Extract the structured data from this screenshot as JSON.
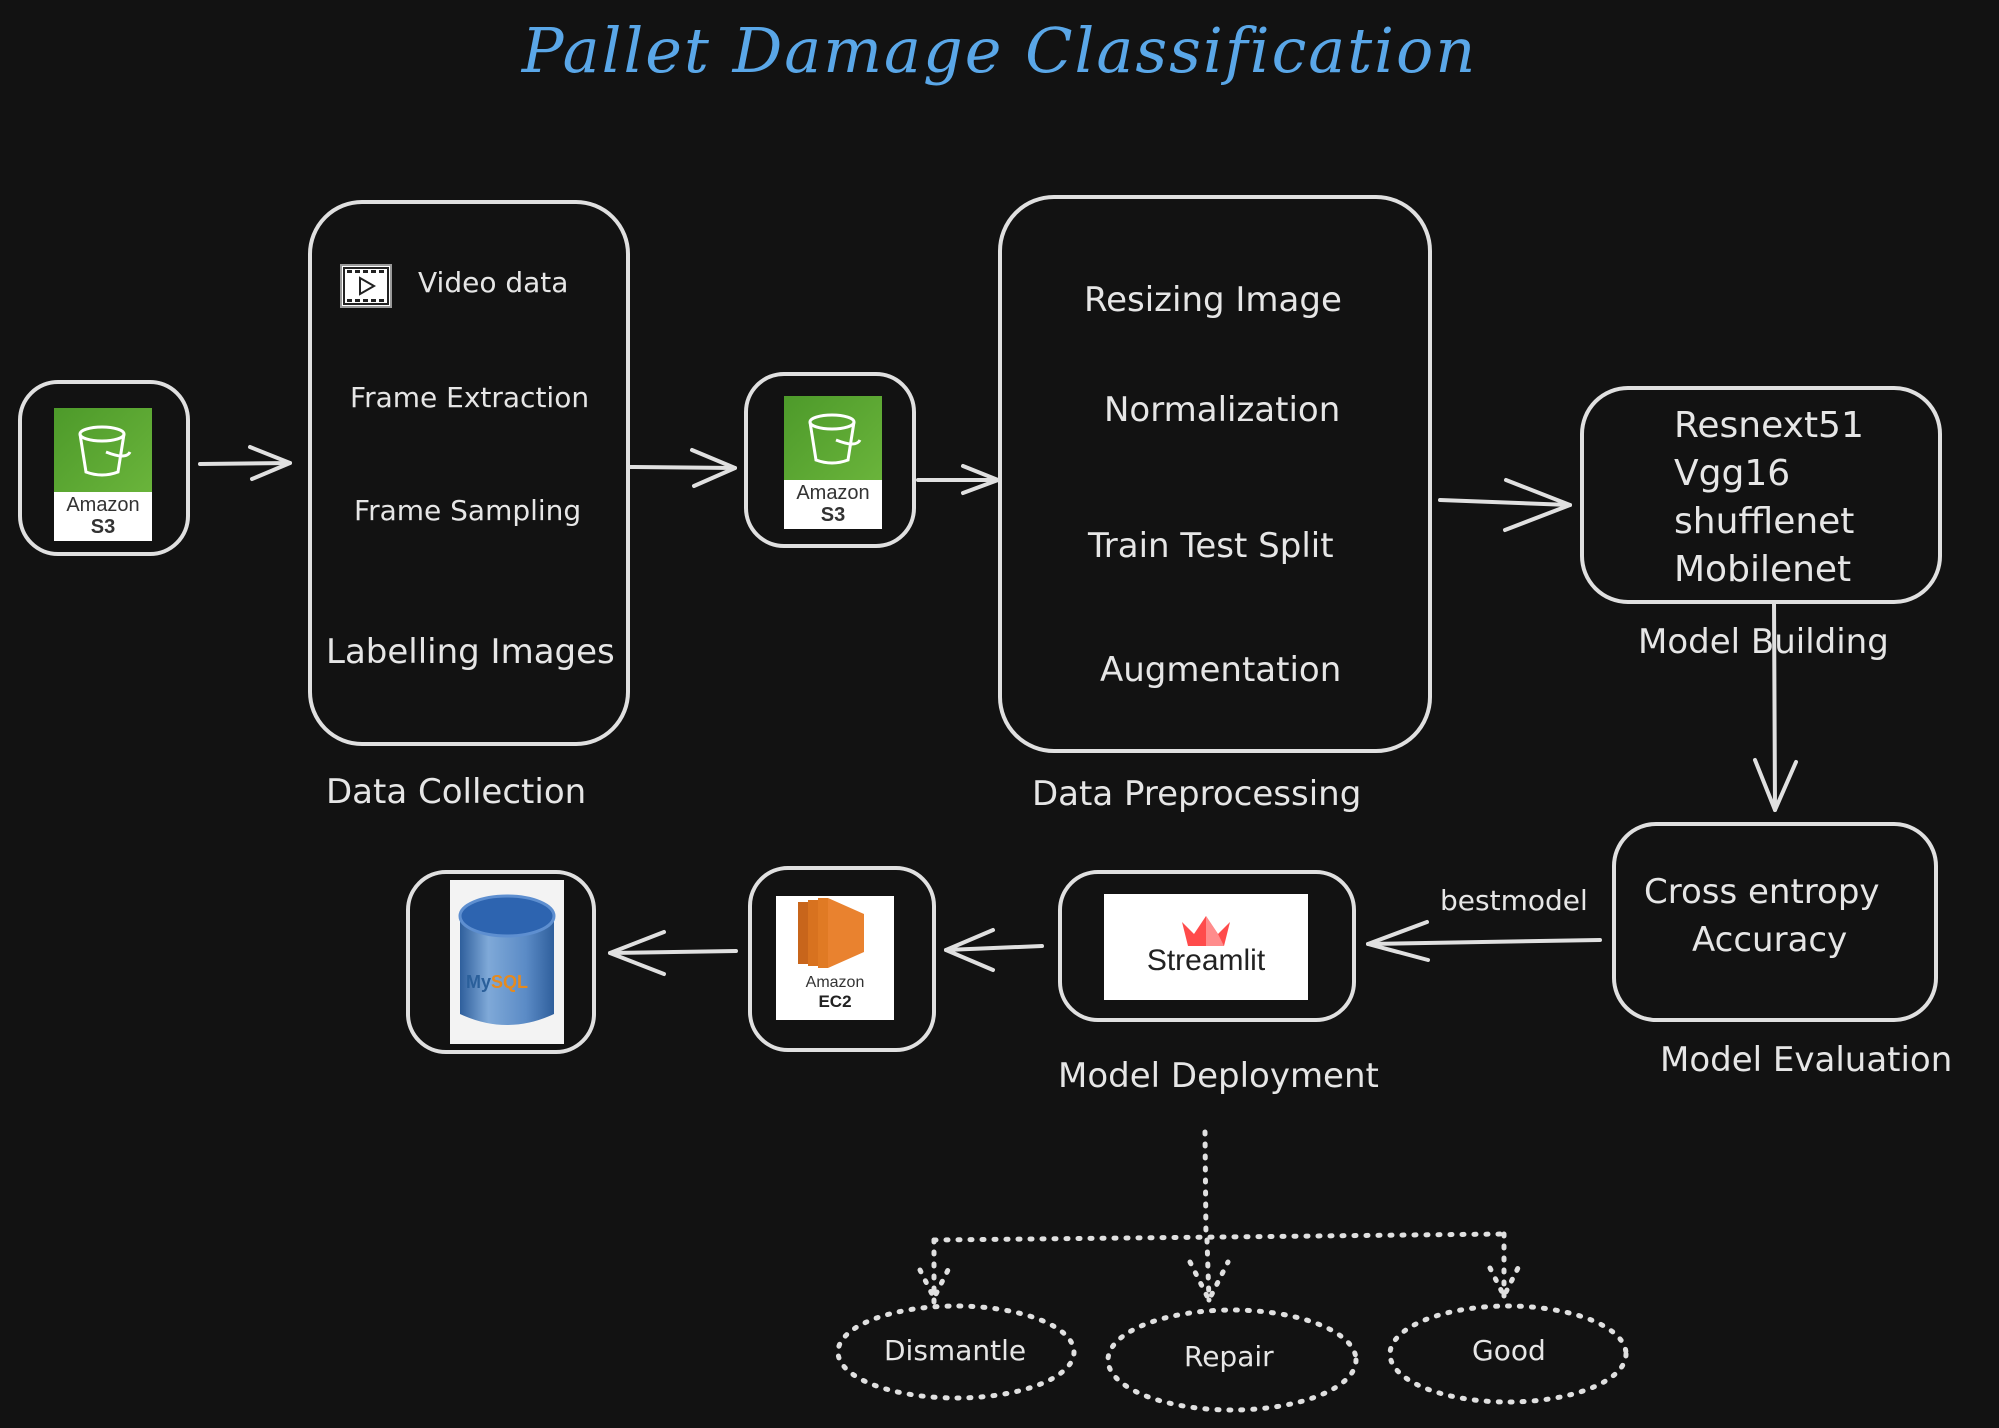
{
  "title": "Pallet Damage Classification",
  "colors": {
    "title": "#5aa7e8",
    "background": "#121212",
    "stroke": "#e0e0e0",
    "s3_green": "#5aa832",
    "ec2_orange": "#e9822f",
    "streamlit_red": "#ff4b4b",
    "mysql_blue": "#3f7bbd"
  },
  "source_s3": {
    "icon": "amazon-s3-bucket-icon",
    "line1": "Amazon",
    "line2": "S3"
  },
  "data_collection": {
    "caption": "Data Collection",
    "video_icon": "video-play-icon",
    "steps": [
      "Video data",
      "Frame Extraction",
      "Frame Sampling",
      "Labelling Images"
    ]
  },
  "middle_s3": {
    "icon": "amazon-s3-bucket-icon",
    "line1": "Amazon",
    "line2": "S3"
  },
  "data_preprocessing": {
    "caption": "Data Preprocessing",
    "steps": [
      "Resizing Image",
      "Normalization",
      "Train Test Split",
      "Augmentation"
    ]
  },
  "model_building": {
    "caption": "Model Building",
    "models": [
      "Resnext51",
      "Vgg16",
      "shufflenet",
      "Mobilenet"
    ]
  },
  "model_evaluation": {
    "caption": "Model Evaluation",
    "metrics": [
      "Cross entropy",
      "Accuracy"
    ]
  },
  "edge_label": "bestmodel",
  "model_deployment": {
    "caption": "Model Deployment",
    "streamlit": {
      "icon": "streamlit-crown-icon",
      "label": "Streamlit"
    },
    "ec2": {
      "icon": "amazon-ec2-icon",
      "line1": "Amazon",
      "line2": "EC2"
    },
    "mysql": {
      "icon": "mysql-database-icon",
      "label_my": "My",
      "label_sql": "SQL"
    }
  },
  "outcomes": [
    "Dismantle",
    "Repair",
    "Good"
  ]
}
